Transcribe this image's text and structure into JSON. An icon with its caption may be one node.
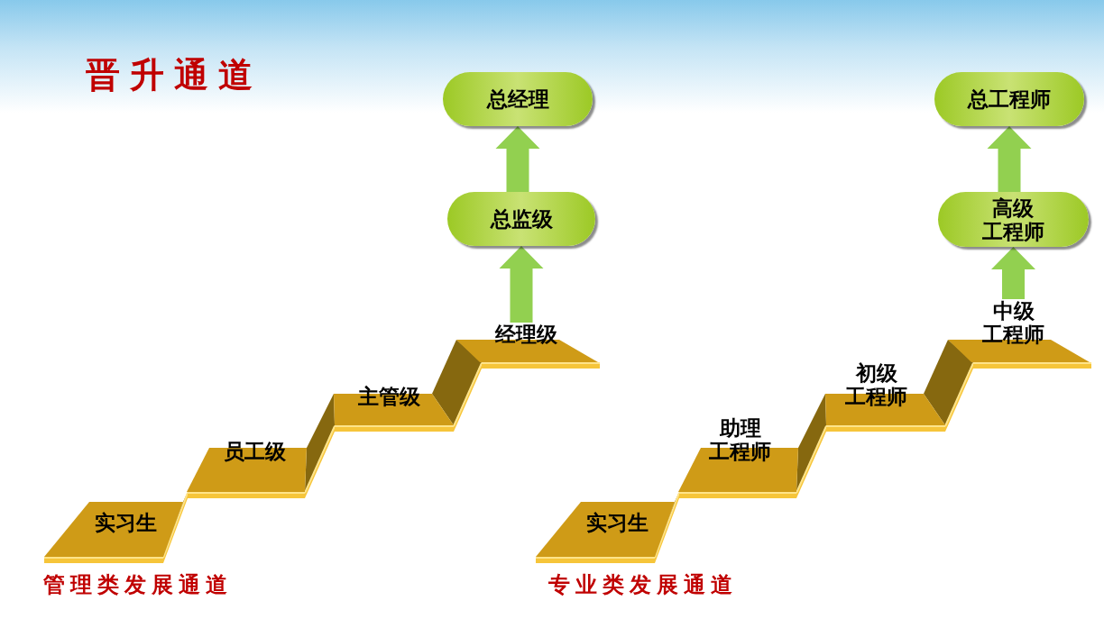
{
  "diagram": {
    "title": "晋升通道",
    "nodes": [
      {
        "text": [
          "实习生"
        ]
      },
      {
        "text": [
          "员工级"
        ]
      },
      {
        "text": [
          "主管级"
        ]
      },
      {
        "text": [
          "经理级"
        ]
      },
      {
        "text": [
          "总监级"
        ]
      },
      {
        "text": [
          "总经理"
        ]
      },
      {
        "text": [
          "实习生"
        ]
      },
      {
        "text": [
          "助理工程师"
        ]
      },
      {
        "text": [
          "初级工程师"
        ]
      },
      {
        "text": [
          "中级工程师"
        ]
      },
      {
        "text": [
          "高级工程师"
        ]
      },
      {
        "text": [
          "总工程师"
        ]
      }
    ],
    "edges": [
      {
        "from": 3,
        "to": 4,
        "arrow": "to"
      },
      {
        "from": 4,
        "to": 5,
        "arrow": "to"
      },
      {
        "from": 9,
        "to": 10,
        "arrow": "to"
      },
      {
        "from": 10,
        "to": 11,
        "arrow": "to"
      }
    ],
    "labels": [
      "管理类发展通道",
      "专业类发展通道"
    ]
  }
}
